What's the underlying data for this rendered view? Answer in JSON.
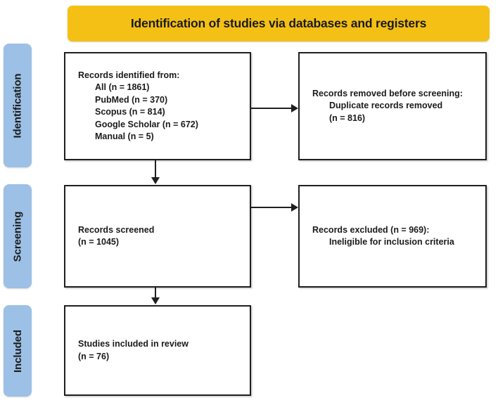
{
  "banner": {
    "title": "Identification of studies via databases and registers",
    "color": "#F5C015"
  },
  "phases": {
    "color": "#9CC0E6",
    "items": [
      {
        "id": "identification",
        "label": "Identification"
      },
      {
        "id": "screening",
        "label": "Screening"
      },
      {
        "id": "included",
        "label": "Included"
      }
    ]
  },
  "boxes": {
    "identified": {
      "lines": [
        {
          "text": "Records identified from:",
          "indent": false
        },
        {
          "text": "All (n = 1861)",
          "indent": true
        },
        {
          "text": "PubMed (n = 370)",
          "indent": true
        },
        {
          "text": "Scopus (n = 814)",
          "indent": true
        },
        {
          "text": "Google Scholar (n = 672)",
          "indent": true
        },
        {
          "text": "Manual (n = 5)",
          "indent": true
        }
      ]
    },
    "removed": {
      "lines": [
        {
          "text": "Records removed before screening:",
          "indent": false
        },
        {
          "text": "Duplicate records removed",
          "indent": true
        },
        {
          "text": "(n = 816)",
          "indent": true
        }
      ]
    },
    "screened": {
      "lines": [
        {
          "text": "Records screened",
          "indent": false
        },
        {
          "text": "(n = 1045)",
          "indent": false
        }
      ]
    },
    "excluded": {
      "lines": [
        {
          "text": "Records excluded (n = 969):",
          "indent": false
        },
        {
          "text": "Ineligible for inclusion criteria",
          "indent": true
        }
      ]
    },
    "included": {
      "lines": [
        {
          "text": "Studies included in review",
          "indent": false
        },
        {
          "text": "(n = 76)",
          "indent": false
        }
      ]
    }
  },
  "chart_data": {
    "type": "diagram",
    "diagram_kind": "prisma-flow",
    "title": "Identification of studies via databases and registers",
    "nodes": [
      {
        "id": "identified",
        "phase": "Identification",
        "column": "left",
        "label": "Records identified from:",
        "total": 1861,
        "breakdown": [
          {
            "source": "All",
            "n": 1861
          },
          {
            "source": "PubMed",
            "n": 370
          },
          {
            "source": "Scopus",
            "n": 814
          },
          {
            "source": "Google Scholar",
            "n": 672
          },
          {
            "source": "Manual",
            "n": 5
          }
        ]
      },
      {
        "id": "removed",
        "phase": "Identification",
        "column": "right",
        "label": "Records removed before screening: Duplicate records removed",
        "n": 816
      },
      {
        "id": "screened",
        "phase": "Screening",
        "column": "left",
        "label": "Records screened",
        "n": 1045
      },
      {
        "id": "excluded",
        "phase": "Screening",
        "column": "right",
        "label": "Records excluded: Ineligible for inclusion criteria",
        "n": 969
      },
      {
        "id": "included",
        "phase": "Included",
        "column": "left",
        "label": "Studies included in review",
        "n": 76
      }
    ],
    "edges": [
      {
        "from": "identified",
        "to": "removed",
        "direction": "right"
      },
      {
        "from": "identified",
        "to": "screened",
        "direction": "down"
      },
      {
        "from": "screened",
        "to": "excluded",
        "direction": "right"
      },
      {
        "from": "screened",
        "to": "included",
        "direction": "down"
      }
    ]
  }
}
